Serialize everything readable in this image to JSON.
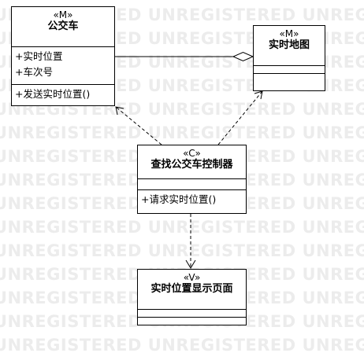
{
  "watermark": "UNREGISTERED",
  "classes": {
    "bus": {
      "stereotype": "«M»",
      "name": "公交车",
      "attributes": [
        "+实时位置",
        "+车次号"
      ],
      "operations": [
        "+发送实时位置()"
      ]
    },
    "map": {
      "stereotype": "«M»",
      "name": "实时地图",
      "attributes": [],
      "operations": []
    },
    "controller": {
      "stereotype": "«C»",
      "name": "查找公交车控制器",
      "attributes": [],
      "operations": [
        "+请求实时位置()"
      ]
    },
    "view": {
      "stereotype": "«V»",
      "name": "实时位置显示页面",
      "attributes": [],
      "operations": []
    }
  },
  "relations": [
    {
      "type": "aggregation",
      "from": "map",
      "to": "bus"
    },
    {
      "type": "dependency",
      "from": "controller",
      "to": "bus"
    },
    {
      "type": "dependency",
      "from": "controller",
      "to": "map"
    },
    {
      "type": "dependency",
      "from": "controller",
      "to": "view"
    }
  ]
}
